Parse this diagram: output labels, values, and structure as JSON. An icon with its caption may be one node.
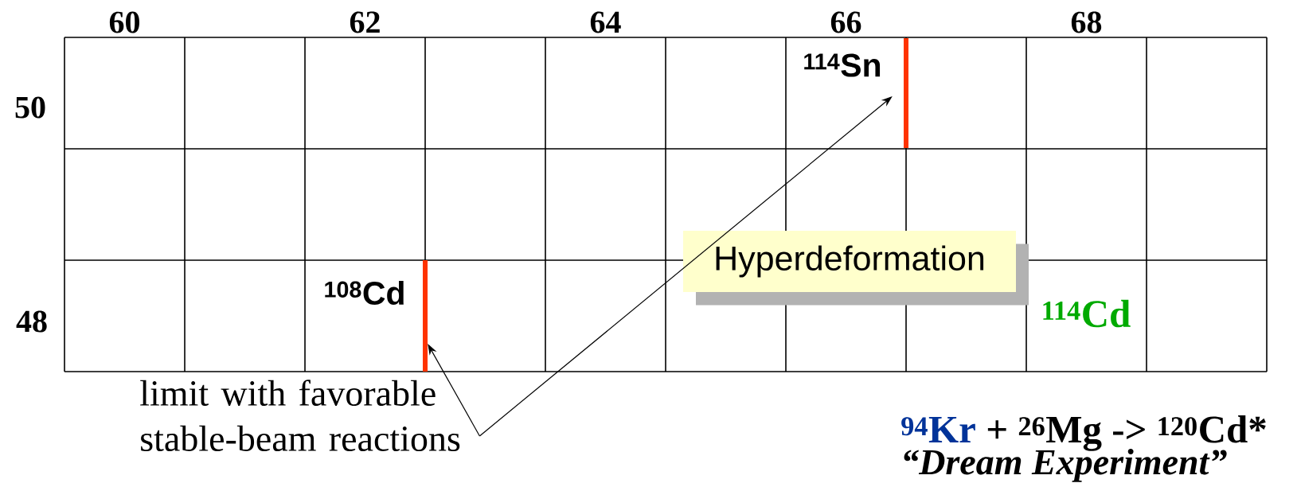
{
  "diagram": {
    "nodes": [
      {
        "text": [
          "limit with favorable stable-beam reactions"
        ]
      },
      {
        "text": [],
        "shape": "bar"
      },
      {
        "text": [],
        "shape": "bar"
      },
      {
        "text": [
          "Hyperdeformation"
        ]
      }
    ],
    "edges": [
      {
        "from": 0,
        "to": 1,
        "arrow": "to"
      },
      {
        "from": 0,
        "to": 2,
        "arrow": "to"
      }
    ],
    "labels": [
      "60",
      "62",
      "64",
      "66",
      "68",
      "$^{114}$Sn",
      "50",
      "$^{108}$Cd",
      "48",
      "$^{114}$Cd",
      "$^{94}$Kr",
      "+ $^{26}$Mg -> $^{120}$Cd*",
      "“Dream Experiment”"
    ]
  }
}
